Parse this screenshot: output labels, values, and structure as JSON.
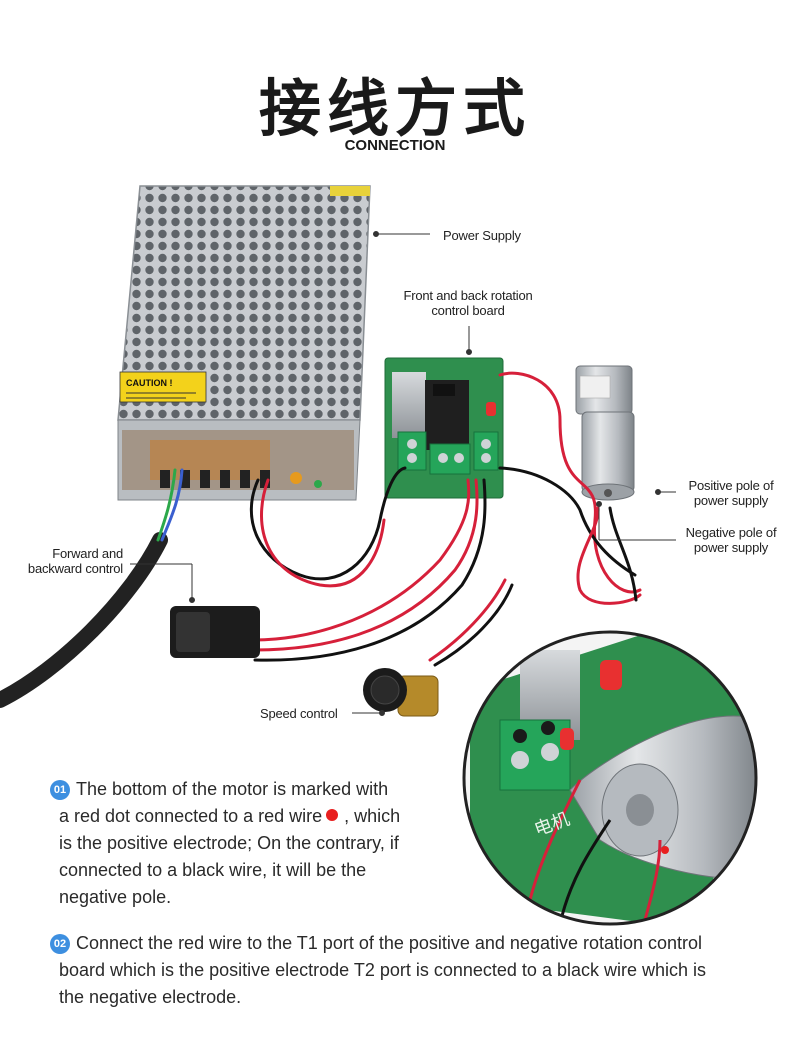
{
  "header": {
    "title": "接线方式",
    "subtitle": "CONNECTION"
  },
  "labels": {
    "power_supply": "Power Supply",
    "rotation_board_line1": "Front and back rotation",
    "rotation_board_line2": "control board",
    "positive_pole_line1": "Positive pole of",
    "positive_pole_line2": "power supply",
    "negative_pole_line1": "Negative pole of",
    "negative_pole_line2": "power supply",
    "forward_backward_line1": "Forward and",
    "forward_backward_line2": "backward control",
    "speed_control": "Speed control"
  },
  "power_supply_sticker": {
    "caution": "CAUTION !"
  },
  "board_markings": {
    "motor_chars": "电机"
  },
  "notes": [
    {
      "number": "01",
      "line1": "The bottom of the motor is marked with",
      "line2a": "a red dot connected to a red wire",
      "line2b": ", which",
      "line3": "is the positive electrode; On the contrary, if",
      "line4": "connected to a black wire, it will be the",
      "line5": "negative pole."
    },
    {
      "number": "02",
      "line1": "Connect the red wire to the T1 port of the positive and negative rotation control",
      "line2": "board which is the positive electrode T2 port is connected to a black wire which is",
      "line3": "the negative electrode."
    }
  ],
  "colors": {
    "badge_blue": "#3d8fe0",
    "red_dot": "#e81f1f",
    "pcb_green": "#2f8f4e",
    "wire_red": "#d6203a",
    "wire_black": "#111111"
  }
}
